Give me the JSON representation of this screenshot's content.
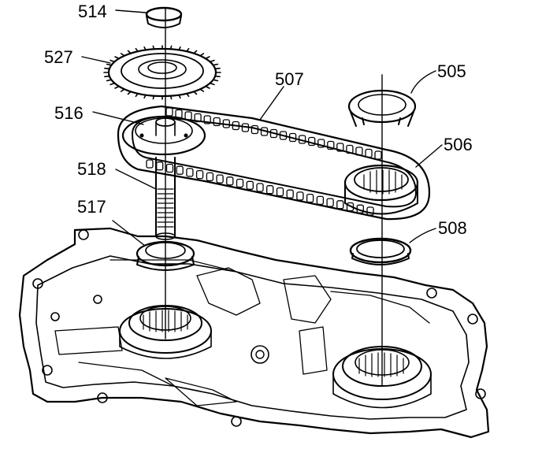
{
  "diagram": {
    "callouts": [
      {
        "id": "514",
        "label": "514"
      },
      {
        "id": "527",
        "label": "527"
      },
      {
        "id": "507",
        "label": "507"
      },
      {
        "id": "505",
        "label": "505"
      },
      {
        "id": "516",
        "label": "516"
      },
      {
        "id": "506",
        "label": "506"
      },
      {
        "id": "518",
        "label": "518"
      },
      {
        "id": "517",
        "label": "517"
      },
      {
        "id": "508",
        "label": "508"
      }
    ]
  }
}
